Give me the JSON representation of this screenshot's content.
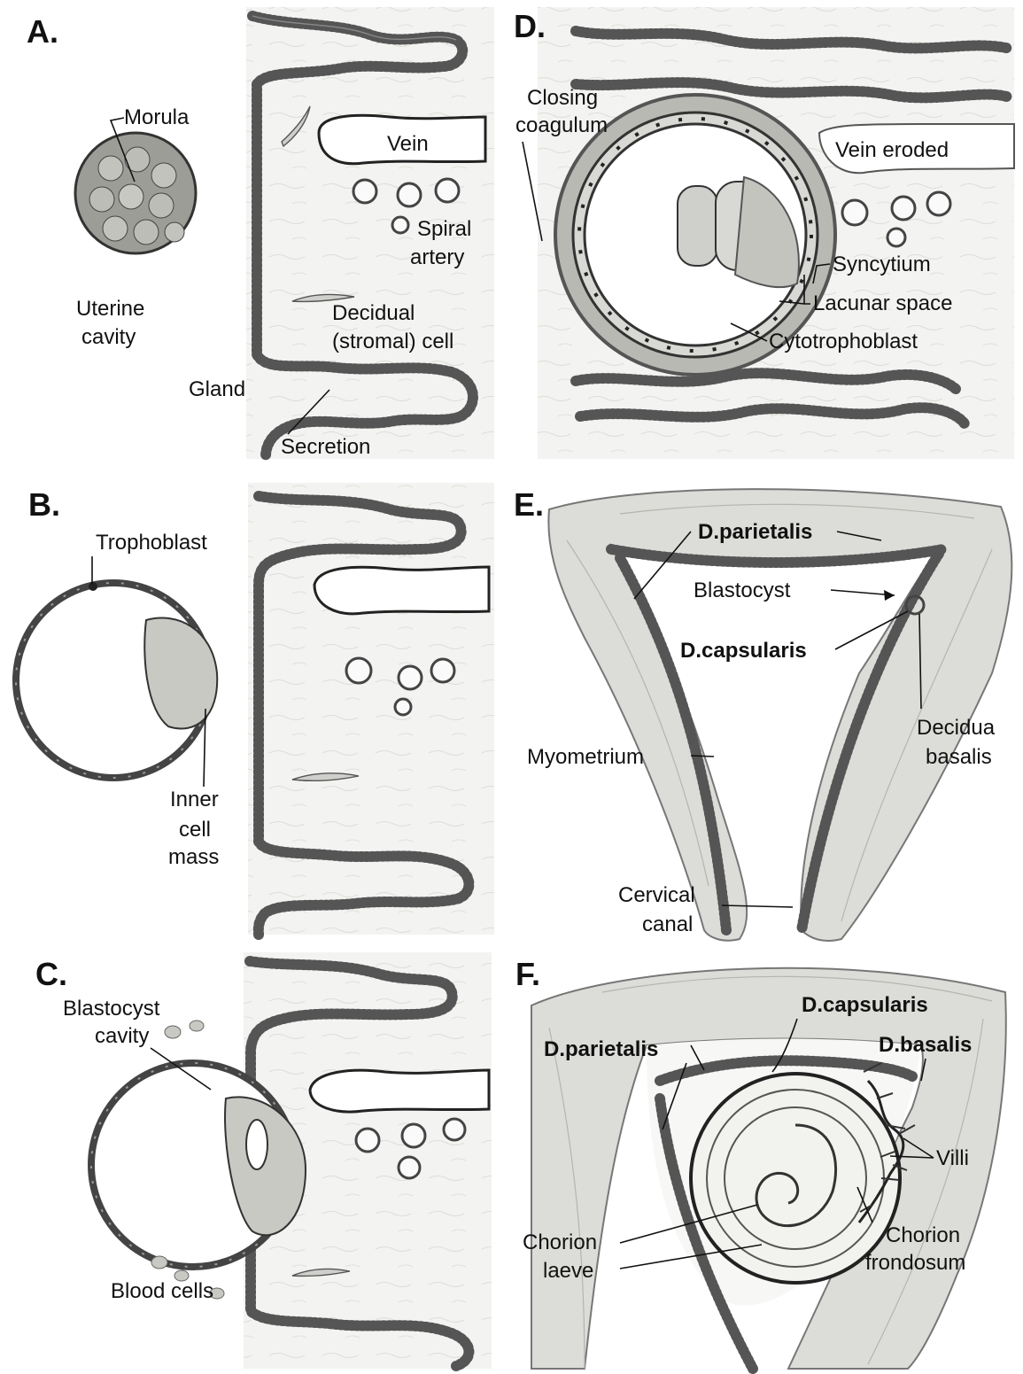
{
  "panels": {
    "a": {
      "letter": "A.",
      "morula": "Morula",
      "uterine_cavity_1": "Uterine",
      "uterine_cavity_2": "cavity",
      "vein": "Vein",
      "spiral_artery_1": "Spiral",
      "spiral_artery_2": "artery",
      "decidual_1": "Decidual",
      "decidual_2": "(stromal) cell",
      "gland": "Gland",
      "secretion": "Secretion"
    },
    "b": {
      "letter": "B.",
      "trophoblast": "Trophoblast",
      "inner_1": "Inner",
      "inner_2": "cell",
      "inner_3": "mass"
    },
    "c": {
      "letter": "C.",
      "blastocyst_cavity_1": "Blastocyst",
      "blastocyst_cavity_2": "cavity",
      "blood_cells": "Blood cells"
    },
    "d": {
      "letter": "D.",
      "closing_1": "Closing",
      "closing_2": "coagulum",
      "vein_eroded": "Vein eroded",
      "syncytium": "Syncytium",
      "lacunar": "Lacunar space",
      "cytotrophoblast": "Cytotrophoblast"
    },
    "e": {
      "letter": "E.",
      "d_parietalis": "D.parietalis",
      "blastocyst": "Blastocyst",
      "d_capsularis": "D.capsularis",
      "decidua_basalis_1": "Decidua",
      "decidua_basalis_2": "basalis",
      "myometrium": "Myometrium",
      "cervical_1": "Cervical",
      "cervical_2": "canal"
    },
    "f": {
      "letter": "F.",
      "d_capsularis": "D.capsularis",
      "d_parietalis": "D.parietalis",
      "d_basalis": "D.basalis",
      "villi": "Villi",
      "chorion_laeve_1": "Chorion",
      "chorion_laeve_2": "laeve",
      "chorion_frondosum_1": "Chorion",
      "chorion_frondosum_2": "frondosum"
    }
  }
}
